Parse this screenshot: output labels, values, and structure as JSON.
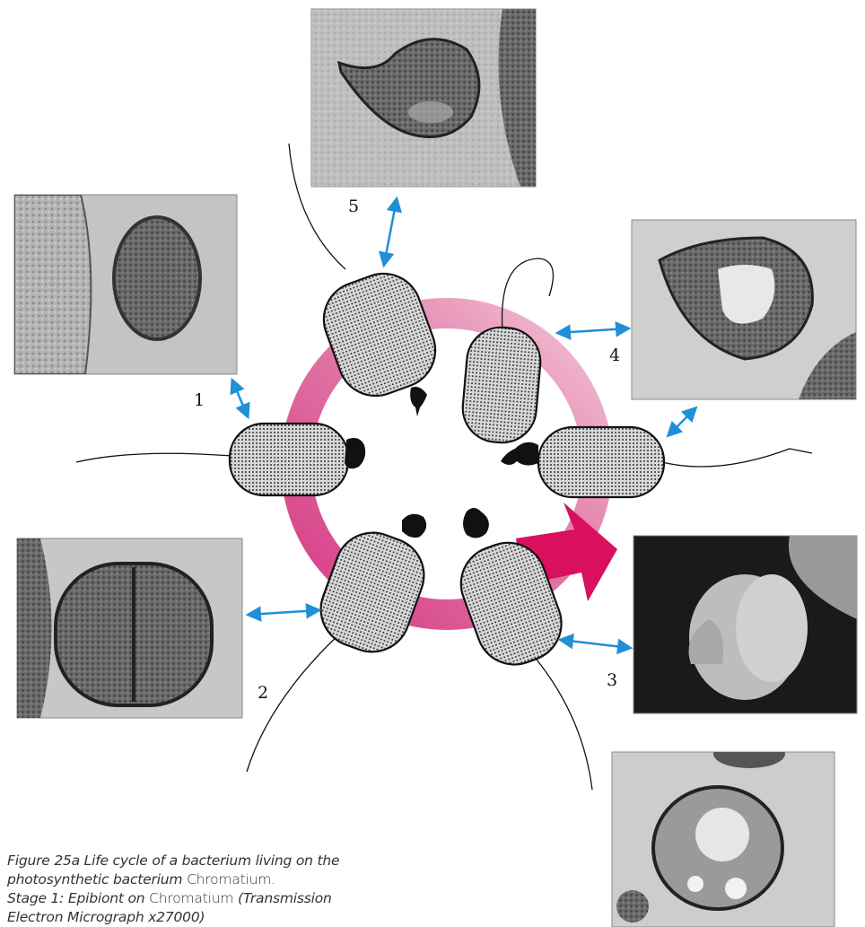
{
  "stages": [
    {
      "label": "1"
    },
    {
      "label": "2"
    },
    {
      "label": "3"
    },
    {
      "label": "4"
    },
    {
      "label": "5"
    }
  ],
  "caption": {
    "line1": "Figure 25a Life cycle of a bacterium living on the",
    "line2_a": "photosynthetic bacterium ",
    "line2_b": "Chromatium",
    "line2_c": ".",
    "line3_a": "Stage 1: Epibiont on ",
    "line3_b": "Chromatium",
    "line3_c": " (Transmission",
    "line4": "Electron Micrograph x27000)"
  },
  "colors": {
    "ring_dark": "#d63a84",
    "ring_light": "#f0b3cb",
    "arrow_head": "#d8105e",
    "link_arrow": "#1f8fd6"
  }
}
